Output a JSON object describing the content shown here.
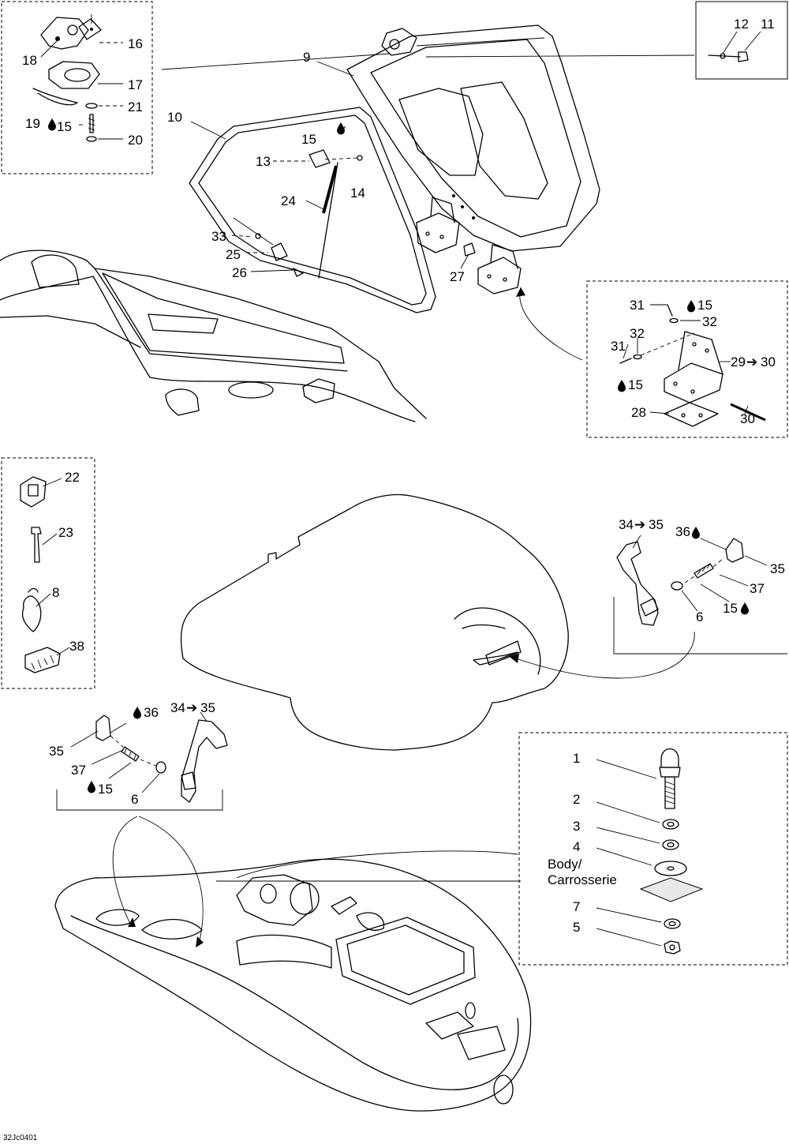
{
  "figure": {
    "code": "32Jc0401",
    "body_label_line1": "Body/",
    "body_label_line2": "Carrosserie"
  },
  "callouts": {
    "c1": "1",
    "c2": "2",
    "c3": "3",
    "c4": "4",
    "c5": "5",
    "c6a": "6",
    "c6b": "6",
    "c7": "7",
    "c8": "8",
    "c9": "9",
    "c10": "10",
    "c11": "11",
    "c12": "12",
    "c13": "13",
    "c14": "14",
    "c15a": "15",
    "c15b": "15",
    "c15c": "15",
    "c15d": "15",
    "c15e": "15",
    "c15f": "15",
    "c16": "16",
    "c17": "17",
    "c18": "18",
    "c19": "19",
    "c20": "20",
    "c21": "21",
    "c22": "22",
    "c23": "23",
    "c24": "24",
    "c25": "25",
    "c26": "26",
    "c27": "27",
    "c28": "28",
    "c29": "29",
    "c30a": "30",
    "c30b": "30",
    "c31a": "31",
    "c31b": "31",
    "c32a": "32",
    "c32b": "32",
    "c33": "33",
    "c34a": "34",
    "c35a": "35",
    "c34b": "34",
    "c35b": "35",
    "c35c": "35",
    "c35d": "35",
    "c36a": "36",
    "c36b": "36",
    "c37a": "37",
    "c37b": "37",
    "c38": "38"
  },
  "symbols": {
    "arrow": "➔",
    "drop": "💧"
  }
}
